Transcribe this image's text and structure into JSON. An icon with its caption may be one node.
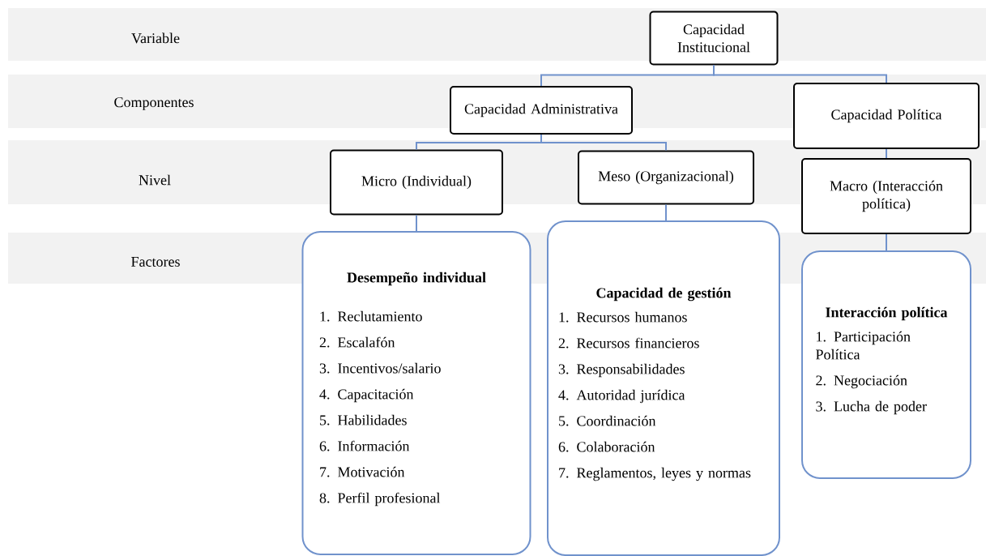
{
  "diagram": {
    "nodes": [
      {
        "text": [
          "Capacidad Institucional"
        ]
      },
      {
        "text": [
          "Capacidad Administrativa"
        ]
      },
      {
        "text": [
          "Capacidad Política"
        ]
      },
      {
        "text": [
          "Micro (Individual)"
        ]
      },
      {
        "text": [
          "Meso (Organizacional)"
        ]
      },
      {
        "text": [
          "Macro (Interacción política)"
        ]
      },
      {
        "text": [
          "Desempeño individual",
          "1. Reclutamiento",
          "2. Escalafón",
          "3. Incentivos/salario",
          "4. Capacitación",
          "5. Habilidades",
          "6. Información",
          "7. Motivación",
          "8. Perfil profesional"
        ]
      },
      {
        "text": [
          "Capacidad de gestión",
          "1. Recursos humanos",
          "2. Recursos financieros",
          "3. Responsabilidades",
          "4. Autoridad jurídica",
          "5. Coordinación",
          "6. Colaboración",
          "7. Reglamentos, leyes y normas"
        ]
      },
      {
        "text": [
          "Interacción política",
          "1. Participación Política",
          "2. Negociación",
          "3. Lucha de poder"
        ]
      }
    ],
    "edges": [
      {
        "from": 0,
        "to": 1,
        "arrow": "none"
      },
      {
        "from": 0,
        "to": 2,
        "arrow": "none"
      },
      {
        "from": 1,
        "to": 3,
        "arrow": "none"
      },
      {
        "from": 1,
        "to": 4,
        "arrow": "none"
      },
      {
        "from": 2,
        "to": 5,
        "arrow": "none"
      },
      {
        "from": 3,
        "to": 6,
        "arrow": "none"
      },
      {
        "from": 4,
        "to": 7,
        "arrow": "none"
      },
      {
        "from": 5,
        "to": 8,
        "arrow": "none"
      }
    ],
    "labels": [
      "Variable",
      "Componentes",
      "Nivel",
      "Factores"
    ]
  }
}
